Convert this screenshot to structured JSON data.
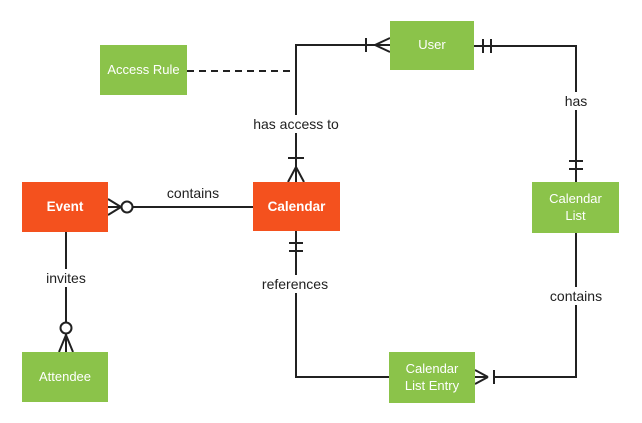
{
  "diagram_type": "entity-relationship",
  "entities": {
    "access_rule": {
      "label": "Access Rule",
      "color": "green"
    },
    "user": {
      "label": "User",
      "color": "green"
    },
    "event": {
      "label": "Event",
      "color": "orange"
    },
    "calendar": {
      "label": "Calendar",
      "color": "orange"
    },
    "calendar_list": {
      "label": "Calendar List",
      "color": "green"
    },
    "attendee": {
      "label": "Attendee",
      "color": "green"
    },
    "calendar_list_entry": {
      "label": "Calendar List Entry",
      "color": "green"
    }
  },
  "labels": {
    "contains_event_calendar": "contains",
    "has_access_to": "has access to",
    "has": "has",
    "invites": "invites",
    "references": "references",
    "contains_list_entry": "contains"
  },
  "relationships": [
    {
      "from": "Calendar",
      "to": "Event",
      "label": "contains",
      "event_end": "zero or many",
      "calendar_end": "unmarked"
    },
    {
      "from": "Calendar",
      "to": "User",
      "label": "has access to",
      "calendar_end": "one or many",
      "user_end": "one or many"
    },
    {
      "from": "User",
      "to": "Calendar List",
      "label": "has",
      "user_end": "one and only one",
      "calendar_list_end": "one and only one"
    },
    {
      "from": "Event",
      "to": "Attendee",
      "label": "invites",
      "attendee_end": "zero or many"
    },
    {
      "from": "Calendar",
      "to": "Calendar List Entry",
      "label": "references",
      "calendar_end": "one and only one"
    },
    {
      "from": "Calendar List",
      "to": "Calendar List Entry",
      "label": "contains",
      "entry_end": "one or many"
    },
    {
      "from": "Access Rule",
      "to": "has access to line",
      "label": "",
      "style": "dashed"
    }
  ],
  "colors": {
    "entity_green": "#8BC34A",
    "entity_orange": "#F4511E",
    "line": "#212121",
    "entity_text": "#FFFFFF",
    "label_text": "#212121",
    "background": "#FFFFFF"
  }
}
